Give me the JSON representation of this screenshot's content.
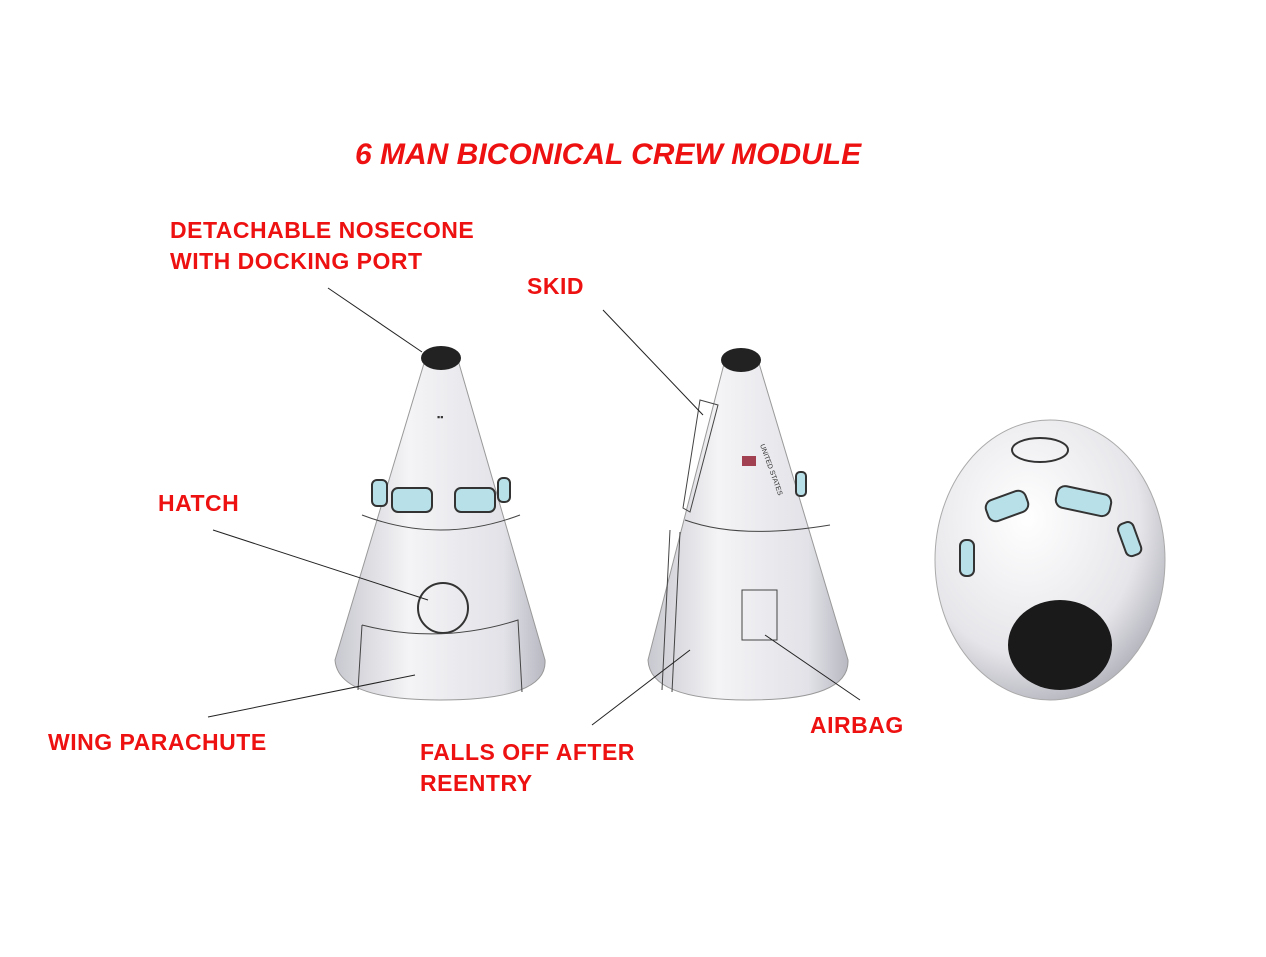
{
  "title": "6 MAN BICONICAL CREW MODULE",
  "labels": {
    "nosecone_line1": "DETACHABLE NOSECONE",
    "nosecone_line2": "WITH DOCKING PORT",
    "skid": "SKID",
    "hatch": "HATCH",
    "wing_parachute": "WING PARACHUTE",
    "falls_off_line1": "FALLS OFF AFTER",
    "falls_off_line2": "REENTRY",
    "airbag": "AIRBAG"
  },
  "flag_text": "UNITED STATES",
  "colors": {
    "label": "#ee1111",
    "body": "#e8e8ec",
    "nose": "#222222",
    "window": "#b8e0e8"
  }
}
